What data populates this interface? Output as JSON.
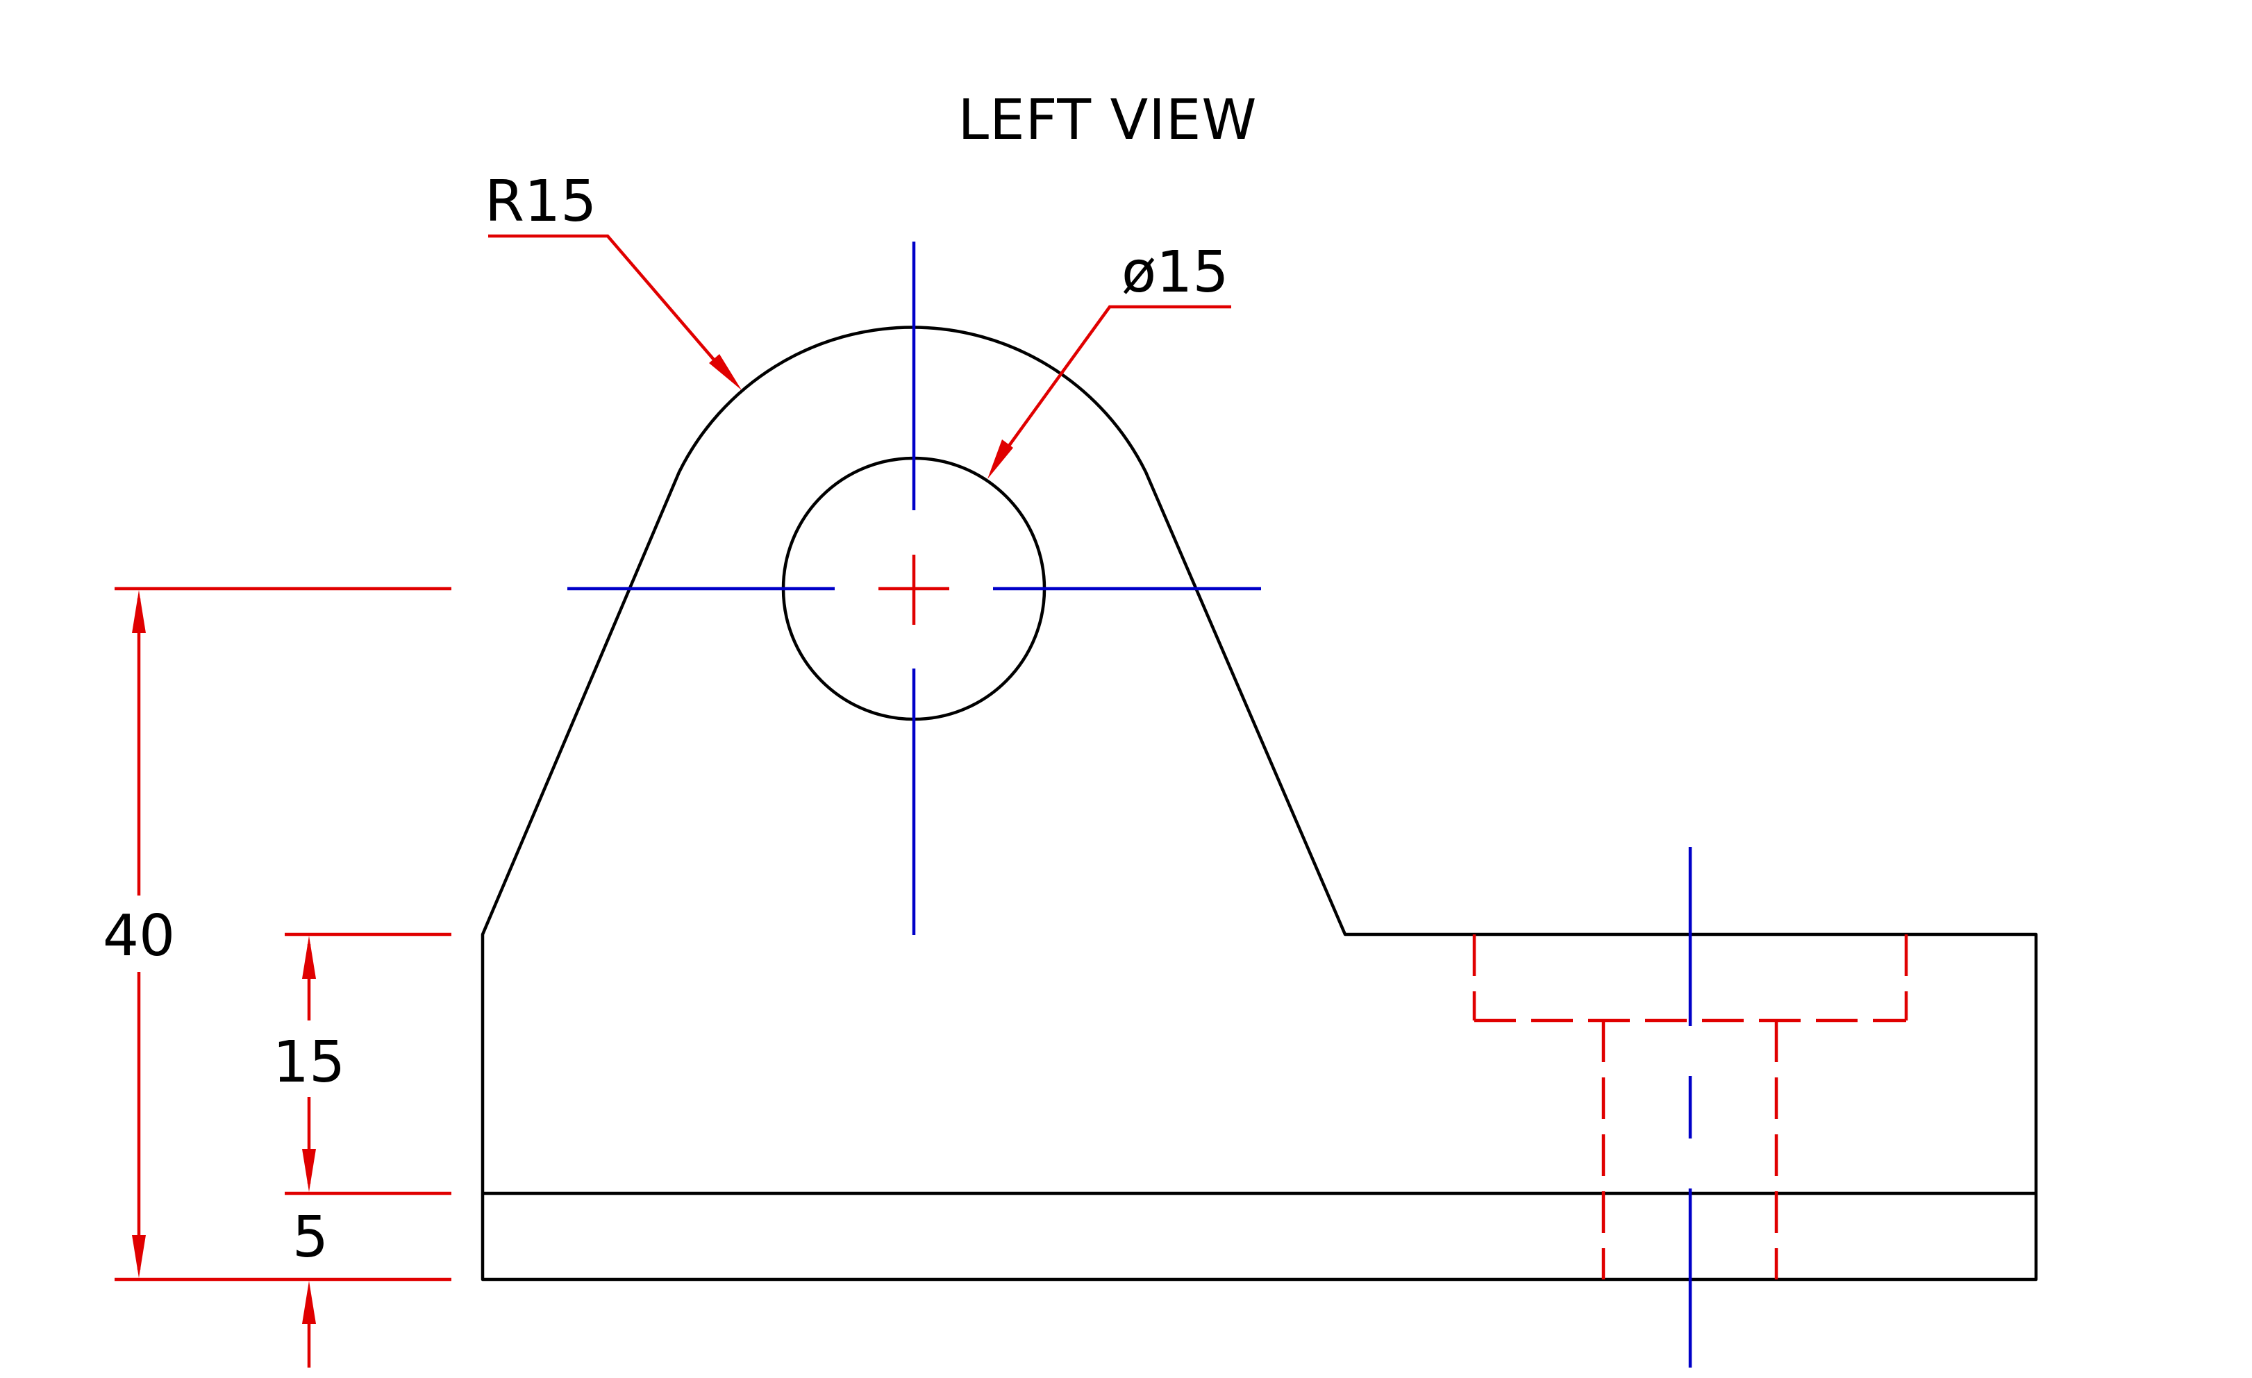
{
  "view": {
    "title": "LEFT VIEW"
  },
  "dimensions": {
    "radius_label": "R15",
    "diameter_label": "ø15",
    "overall_height_label": "40",
    "step_height_label": "15",
    "base_height_label": "5"
  },
  "colors": {
    "outline": "#000000",
    "dimension": "#e00000",
    "centerline": "#0000c8",
    "hidden_line": "#e00000",
    "background": "#ffffff"
  }
}
